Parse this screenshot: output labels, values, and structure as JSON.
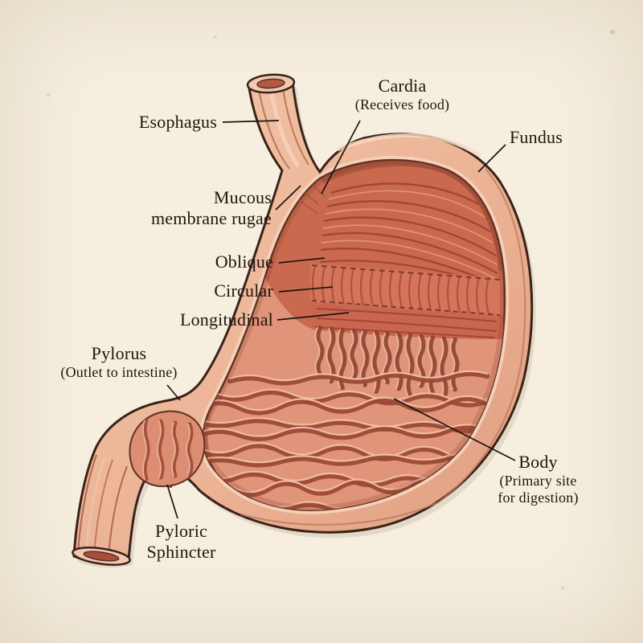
{
  "palette": {
    "background": "#f2ead7",
    "ink": "#20150e",
    "outline": "#3a2318",
    "stomach_wall": "#ecb396",
    "muscle": "#c96a4f",
    "rugae": "#e0957a",
    "rugae_shadow": "#9c4936",
    "rugae_highlight": "#f2c0a5"
  },
  "labels": {
    "esophagus": {
      "text": "Esophagus"
    },
    "cardia": {
      "text": "Cardia",
      "sub": "(Receives food)"
    },
    "fundus": {
      "text": "Fundus"
    },
    "mucous": {
      "line1": "Mucous",
      "line2": "membrane rugae"
    },
    "oblique": {
      "text": "Oblique"
    },
    "circular": {
      "text": "Circular"
    },
    "longitudinal": {
      "text": "Longitudinal"
    },
    "pylorus": {
      "text": "Pylorus",
      "sub": "(Outlet to intestine)"
    },
    "body": {
      "text": "Body",
      "sub1": "(Primary site",
      "sub2": "for digestion)"
    },
    "pyloric_sphincter": {
      "line1": "Pyloric",
      "line2": "Sphincter"
    }
  }
}
